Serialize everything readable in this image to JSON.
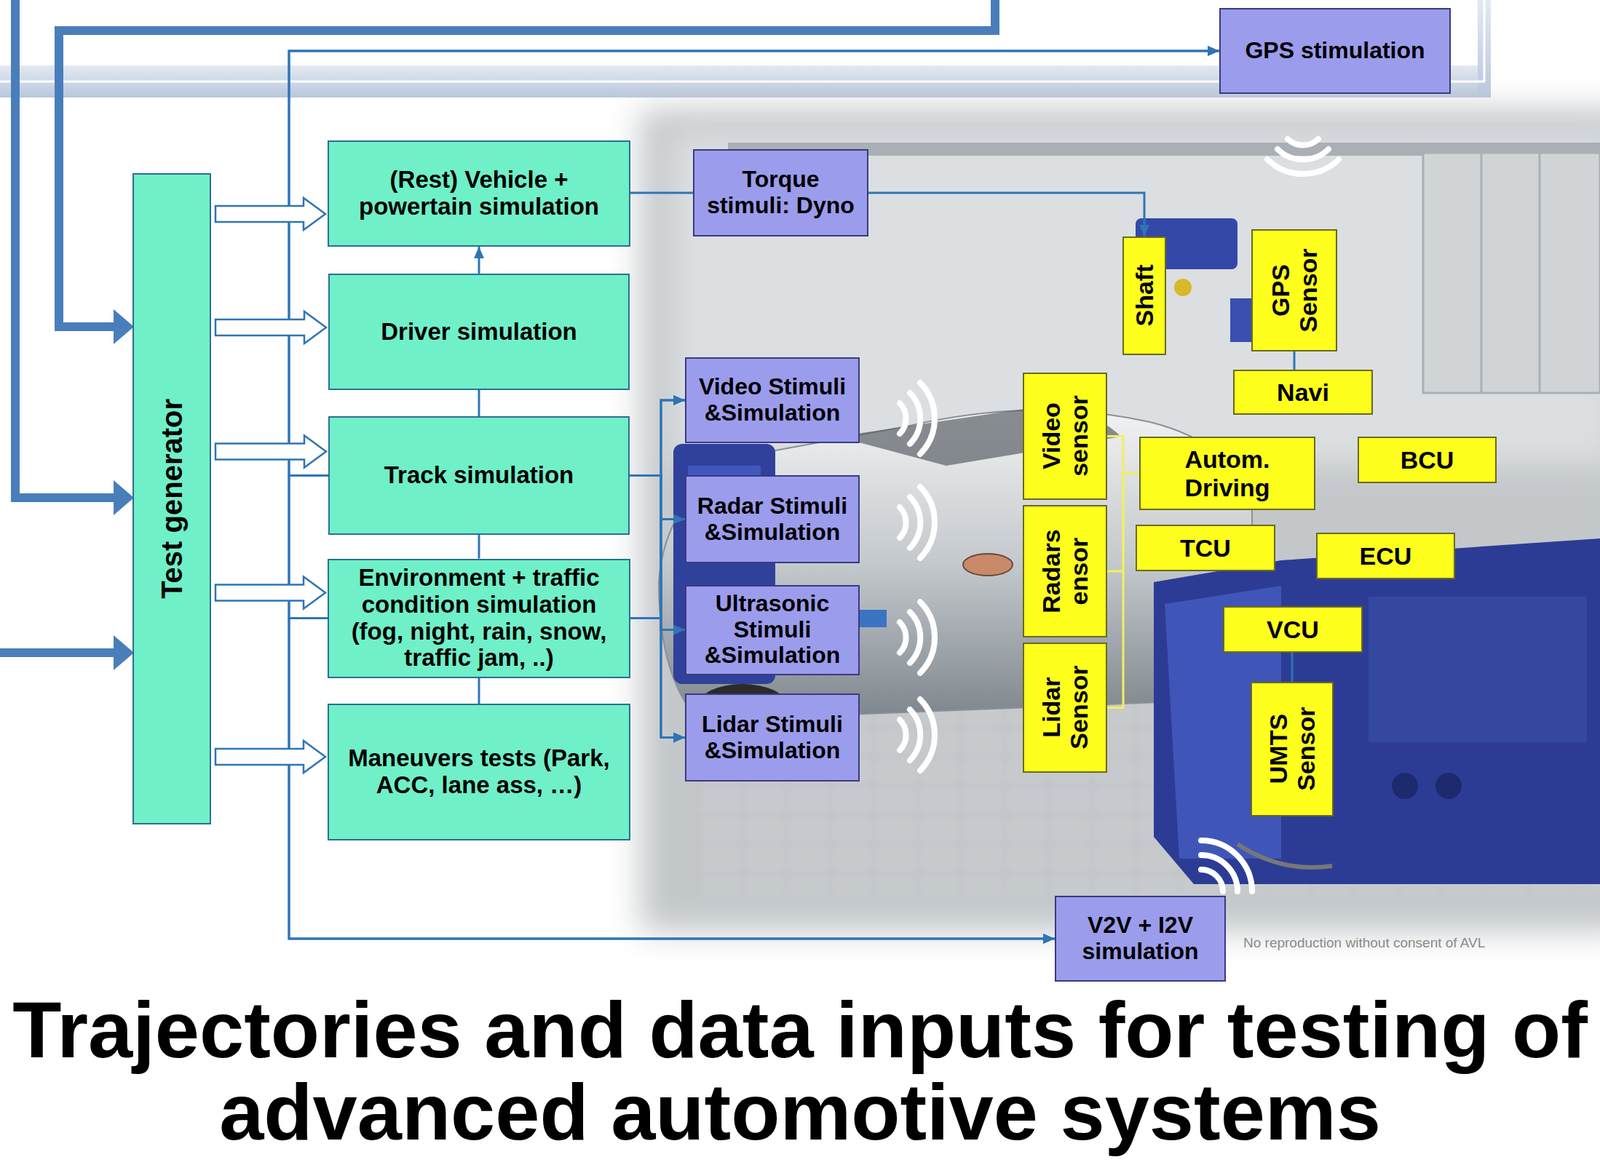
{
  "diagram": {
    "title": "Trajectories and data inputs for testing of advanced automotive systems",
    "nodes": [
      {
        "text": [
          "Test generator"
        ]
      },
      {
        "text": [
          "(Rest) Vehicle + powertain simulation"
        ]
      },
      {
        "text": [
          "Driver simulation"
        ]
      },
      {
        "text": [
          "Track simulation"
        ]
      },
      {
        "text": [
          "Environment + traffic condition simulation (fog, night, rain, snow, traffic jam, ..)"
        ]
      },
      {
        "text": [
          "Maneuvers tests (Park, ACC, lane ass, …)"
        ]
      },
      {
        "text": [
          "GPS stimulation"
        ]
      },
      {
        "text": [
          "Torque stimuli: Dyno"
        ]
      },
      {
        "text": [
          "Video Stimuli &Simulation"
        ]
      },
      {
        "text": [
          "Radar Stimuli &Simulation"
        ]
      },
      {
        "text": [
          "Ultrasonic Stimuli &Simulation"
        ]
      },
      {
        "text": [
          "Lidar Stimuli &Simulation"
        ]
      },
      {
        "text": [
          "V2V + I2V simulation"
        ]
      },
      {
        "text": [
          "Shaft"
        ]
      },
      {
        "text": [
          "GPS Sensor"
        ]
      },
      {
        "text": [
          "Navi"
        ]
      },
      {
        "text": [
          "Video sensor"
        ]
      },
      {
        "text": [
          "Autom. Driving"
        ]
      },
      {
        "text": [
          "BCU"
        ]
      },
      {
        "text": [
          "Radars ensor"
        ]
      },
      {
        "text": [
          "TCU"
        ]
      },
      {
        "text": [
          "ECU"
        ]
      },
      {
        "text": [
          "VCU"
        ]
      },
      {
        "text": [
          "Lidar Sensor"
        ]
      },
      {
        "text": [
          "UMTS Sensor"
        ]
      }
    ],
    "edges": [
      {
        "from": 0,
        "to": 1,
        "arrow": "to"
      },
      {
        "from": 0,
        "to": 2,
        "arrow": "to"
      },
      {
        "from": 0,
        "to": 3,
        "arrow": "to"
      },
      {
        "from": 0,
        "to": 4,
        "arrow": "to"
      },
      {
        "from": 0,
        "to": 5,
        "arrow": "to"
      },
      {
        "from": 2,
        "to": 1,
        "arrow": "to"
      },
      {
        "from": 3,
        "to": 2,
        "arrow": "none"
      },
      {
        "from": 4,
        "to": 3,
        "arrow": "none"
      },
      {
        "from": 5,
        "to": 4,
        "arrow": "none"
      },
      {
        "from": 1,
        "to": 7,
        "arrow": "none"
      },
      {
        "from": 7,
        "to": 13,
        "arrow": "to"
      },
      {
        "from": 3,
        "to": 8,
        "arrow": "to"
      },
      {
        "from": 3,
        "to": 9,
        "arrow": "to"
      },
      {
        "from": 3,
        "to": 10,
        "arrow": "to"
      },
      {
        "from": 3,
        "to": 11,
        "arrow": "to"
      },
      {
        "from": 4,
        "to": 8,
        "arrow": "to"
      },
      {
        "from": 4,
        "to": 9,
        "arrow": "to"
      },
      {
        "from": 4,
        "to": 10,
        "arrow": "to"
      },
      {
        "from": 4,
        "to": 11,
        "arrow": "to"
      },
      {
        "from": 3,
        "to": 6,
        "arrow": "to"
      },
      {
        "from": 3,
        "to": 12,
        "arrow": "to"
      },
      {
        "from": 4,
        "to": 6,
        "arrow": "to"
      },
      {
        "from": 4,
        "to": 12,
        "arrow": "to"
      },
      {
        "from": 16,
        "to": 17,
        "arrow": "none"
      },
      {
        "from": 19,
        "to": 17,
        "arrow": "none"
      },
      {
        "from": 23,
        "to": 17,
        "arrow": "none"
      },
      {
        "from": 14,
        "to": 15,
        "arrow": "none"
      },
      {
        "from": 22,
        "to": 24,
        "arrow": "none"
      }
    ],
    "labels": [
      "No reproduction without consent of AVL"
    ]
  }
}
